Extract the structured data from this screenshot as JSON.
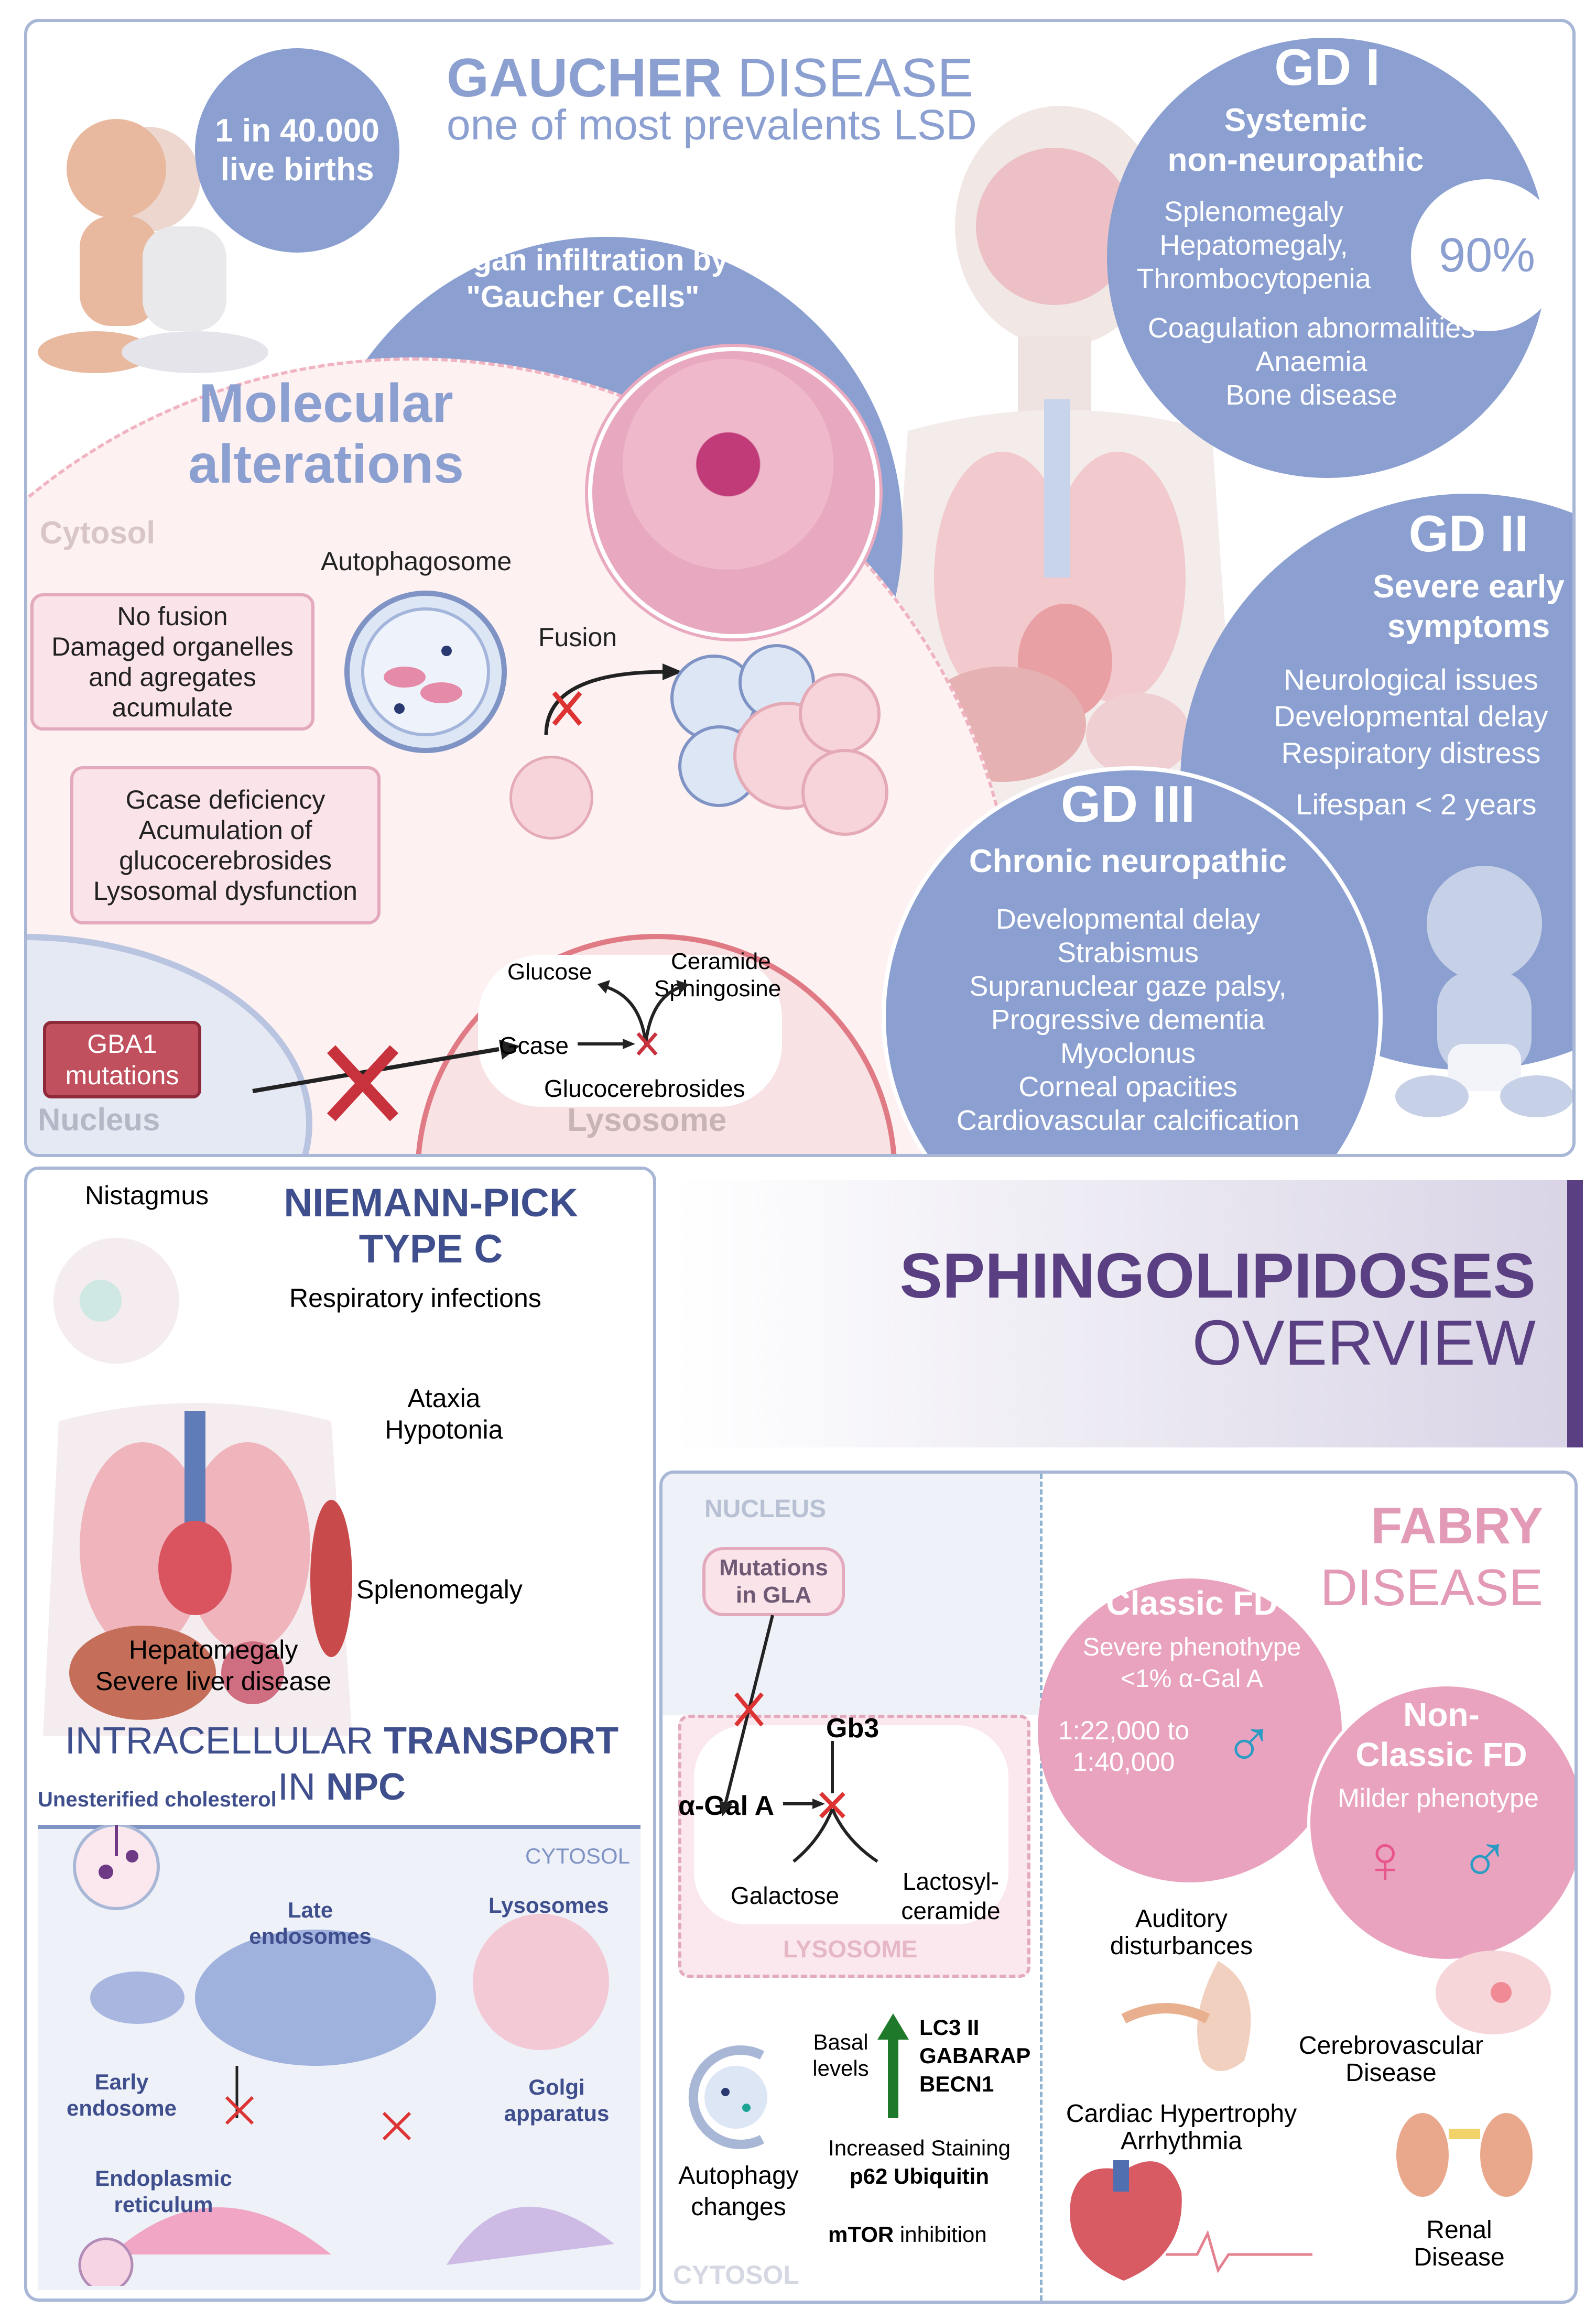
{
  "gaucher": {
    "title_bold": "GAUCHER",
    "title_light": "DISEASE",
    "subtitle": "one of most prevalents LSD",
    "prevalence": [
      "1 in 40.000",
      "live births"
    ],
    "organ_infiltration": [
      "Organ infiltration by",
      "\"Gaucher Cells\""
    ],
    "molecular_title": [
      "Molecular",
      "alterations"
    ],
    "cytosol": "Cytosol",
    "autophagosome": "Autophagosome",
    "fusion": "Fusion",
    "no_fusion_box": [
      "No fusion",
      "Damaged organelles",
      "and agregates",
      "acumulate"
    ],
    "gcase_box": [
      "Gcase deficiency",
      "Acumulation of",
      "glucocerebrosides",
      "Lysosomal dysfunction"
    ],
    "gba1": [
      "GBA1",
      "mutations"
    ],
    "nucleus": "Nucleus",
    "lysosome": "Lysosome",
    "glucose": "Glucose",
    "ceramide": "Ceramide",
    "sphingosine": "Sphingosine",
    "gcase": "Gcase",
    "glucocerebrosides": "Glucocerebrosides",
    "gd1": {
      "title": "GD I",
      "subtitle": [
        "Systemic",
        "non-neuropathic"
      ],
      "symptoms1": [
        "Splenomegaly",
        "Hepatomegaly,",
        "Thrombocytopenia"
      ],
      "percent": "90%",
      "symptoms2": [
        "Coagulation abnormalities",
        "Anaemia",
        "Bone disease"
      ]
    },
    "gd2": {
      "title": "GD II",
      "subtitle": [
        "Severe early",
        "symptoms"
      ],
      "symptoms": [
        "Neurological issues",
        "Developmental delay",
        "Respiratory distress"
      ],
      "lifespan": "Lifespan < 2 years"
    },
    "gd3": {
      "title": "GD III",
      "subtitle": "Chronic neuropathic",
      "symptoms": [
        "Developmental delay",
        "Strabismus",
        "Supranuclear gaze palsy,",
        "Progressive dementia",
        "Myoclonus",
        "Corneal opacities",
        "Cardiovascular calcification"
      ]
    }
  },
  "npc": {
    "title1": "NIEMANN-PICK",
    "title2": "TYPE C",
    "nistagmus": "Nistagmus",
    "respiratory": "Respiratory infections",
    "ataxia": [
      "Ataxia",
      "Hypotonia"
    ],
    "splenomegaly": "Splenomegaly",
    "hepatomegaly": [
      "Hepatomegaly",
      "Severe liver disease"
    ],
    "transport_light": "INTRACELLULAR",
    "transport_bold": "TRANSPORT",
    "in_light": "IN",
    "npc_bold": "NPC",
    "unesterified": "Unesterified cholesterol",
    "cytosol": "CYTOSOL",
    "late_endosomes": [
      "Late",
      "endosomes"
    ],
    "lysosomes": "Lysosomes",
    "early_endosome": [
      "Early",
      "endosome"
    ],
    "golgi": [
      "Golgi",
      "apparatus"
    ],
    "er": [
      "Endoplasmic",
      "reticulum"
    ]
  },
  "overview": {
    "line1": "SPHINGOLIPIDOSES",
    "line2": "OVERVIEW"
  },
  "fabry": {
    "nucleus": "NUCLEUS",
    "mutations": [
      "Mutations",
      "in GLA"
    ],
    "gb3": "Gb3",
    "alpha_gal": "α-Gal A",
    "galactose": "Galactose",
    "lactosyl": [
      "Lactosyl-",
      "ceramide"
    ],
    "lysosome": "LYSOSOME",
    "basal": [
      "Basal",
      "levels"
    ],
    "markers": [
      "LC3 II",
      "GABARAP",
      "BECN1"
    ],
    "autophagy": [
      "Autophagy",
      "changes"
    ],
    "increased": "Increased Staining",
    "p62": "p62 Ubiquitin",
    "mtor_bold": "mTOR",
    "mtor_rest": "inhibition",
    "cytosol": "CYTOSOL",
    "title_bold": "FABRY",
    "title_light": "DISEASE",
    "classic_title": "Classic FD",
    "classic_desc": [
      "Severe phenothype",
      "<1% α-Gal A"
    ],
    "classic_ratio": [
      "1:22,000 to",
      "1:40,000"
    ],
    "nonclassic_title": [
      "Non-",
      "Classic FD"
    ],
    "nonclassic_desc": "Milder phenotype",
    "auditory": [
      "Auditory",
      "disturbances"
    ],
    "cerebrovascular": [
      "Cerebrovascular",
      "Disease"
    ],
    "cardiac": [
      "Cardiac Hypertrophy",
      "Arrhythmia"
    ],
    "renal": [
      "Renal",
      "Disease"
    ]
  },
  "colors": {
    "blue": "#8b9fd0",
    "dark_blue": "#3f4e8c",
    "pink": "#e9a3bf",
    "purple": "#5a3f82",
    "teal": "#1aa595"
  }
}
